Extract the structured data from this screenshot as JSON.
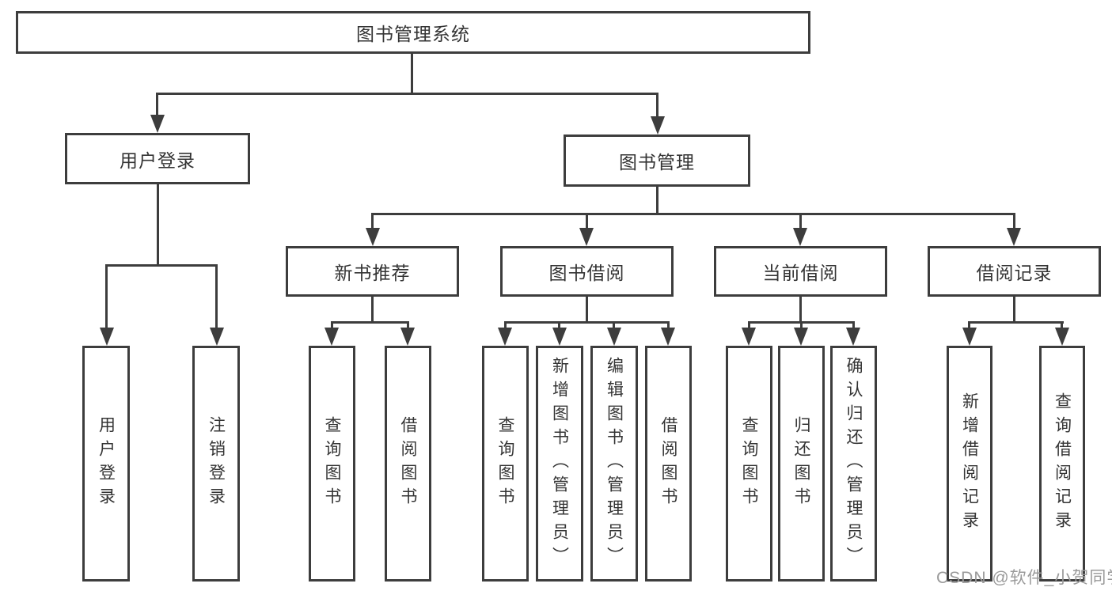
{
  "nodes": {
    "root": "图书管理系统",
    "l2": [
      "用户登录",
      "图书管理"
    ],
    "l3": [
      "新书推荐",
      "图书借阅",
      "当前借阅",
      "借阅记录"
    ],
    "l4": {
      "login": [
        "用户登录",
        "注销登录"
      ],
      "recommend": [
        "查询图书",
        "借阅图书"
      ],
      "borrow": [
        "查询图书",
        "新增图书（管理员）",
        "编辑图书（管理员）",
        "借阅图书"
      ],
      "current": [
        "查询图书",
        "归还图书",
        "确认归还（管理员）"
      ],
      "records": [
        "新增借阅记录",
        "查询借阅记录"
      ]
    }
  },
  "watermark": "CSDN @软件_小贺同学",
  "colors": {
    "line": "#3d3d3d",
    "text": "#343434",
    "watermark": "#9a9a9a",
    "background": "#ffffff"
  }
}
